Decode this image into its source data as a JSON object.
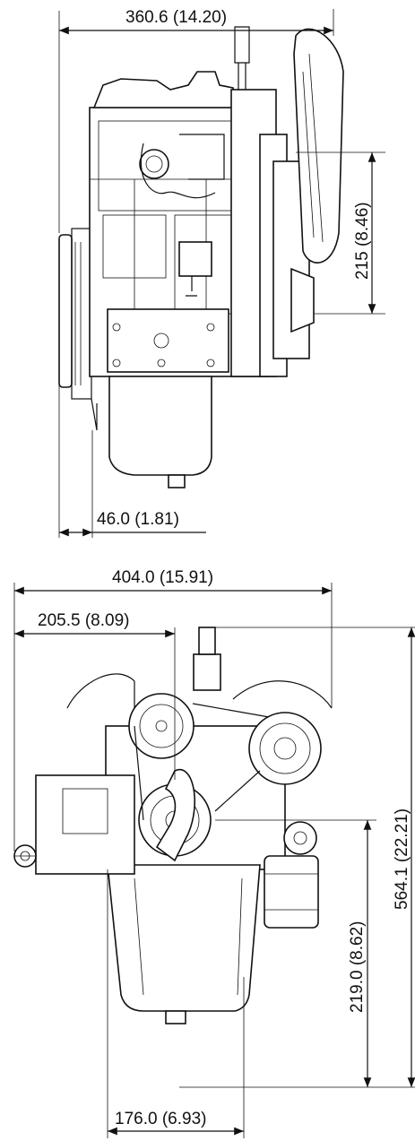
{
  "dimensions": {
    "top_width": "360.6 (14.20)",
    "top_height": "215 (8.46)",
    "top_offset": "46.0 (1.81)",
    "bottom_total_width": "404.0 (15.91)",
    "bottom_center_offset": "205.5 (8.09)",
    "bottom_total_height": "564.1 (22.21)",
    "bottom_crank_height": "219.0 (8.62)",
    "bottom_pan_width": "176.0 (6.93)"
  }
}
